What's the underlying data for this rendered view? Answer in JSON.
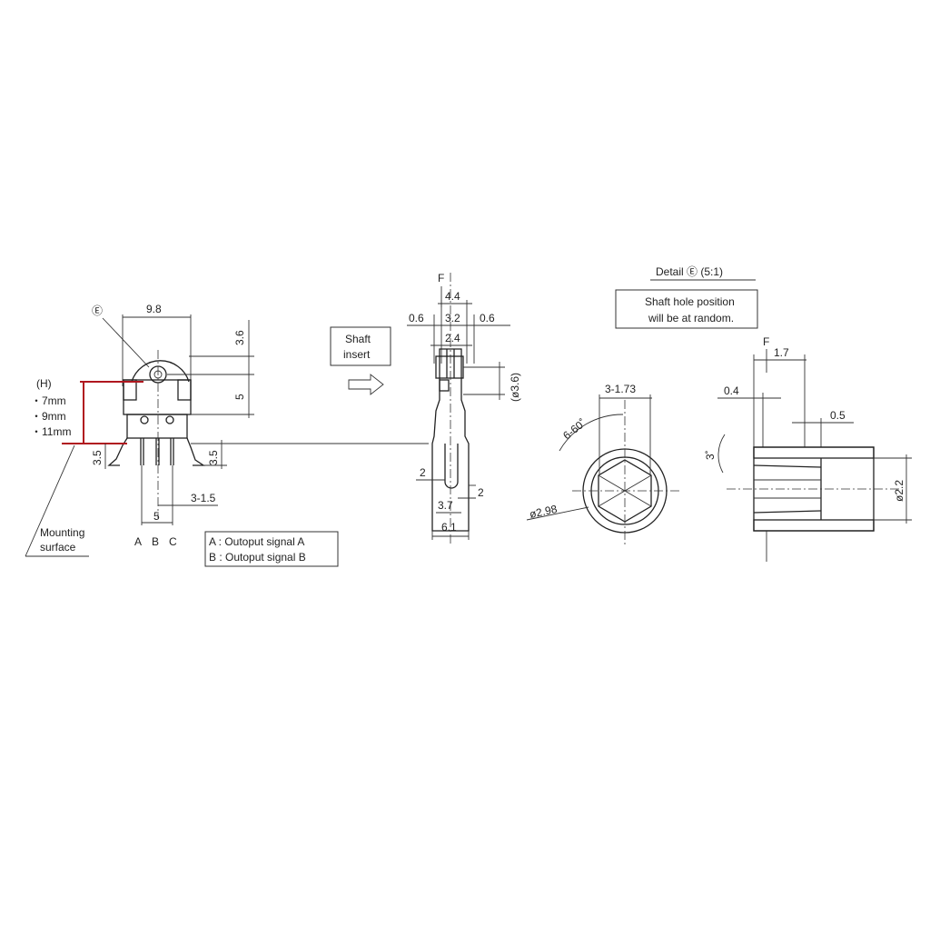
{
  "left_view": {
    "detail_marker": "Ⓔ",
    "width_dim": "9.8",
    "top_dim": "3.6",
    "mid_dim": "5",
    "height_label": "(H)",
    "heights": [
      "・7mm",
      "・9mm",
      "・11mm"
    ],
    "left_pin_dim": "3.5",
    "right_pin_dim": "3.5",
    "pitch_dim": "3-1.5",
    "spacing_dim": "5",
    "pins": [
      "A",
      "B",
      "C"
    ],
    "mounting_label_line1": "Mounting",
    "mounting_label_line2": "surface"
  },
  "legend": {
    "line_a": "A : Outoput signal A",
    "line_b": "B : Outoput signal B"
  },
  "shaft_insert": {
    "line1": "Shaft",
    "line2": "insert"
  },
  "side_view": {
    "f_label": "F",
    "dim_top": "4.4",
    "dim_left": "0.6",
    "dim_mid": "3.2",
    "dim_right": "0.6",
    "dim_inner": "2.4",
    "dim_dia": "(ø3.6)",
    "dim_2a": "2",
    "dim_2b": "2",
    "dim_37": "3.7",
    "dim_61": "6.1"
  },
  "detail": {
    "title": "Detail Ⓔ (5:1)",
    "note_line1": "Shaft hole position",
    "note_line2": "will be at random.",
    "hex_dim": "3-1.73",
    "angle_dim": "6-60˚",
    "outer_dia": "ø2.98",
    "f_label": "F",
    "dim_17": "1.7",
    "dim_04": "0.4",
    "dim_05": "0.5",
    "angle_3": "3˚",
    "dia_22": "ø2.2"
  }
}
